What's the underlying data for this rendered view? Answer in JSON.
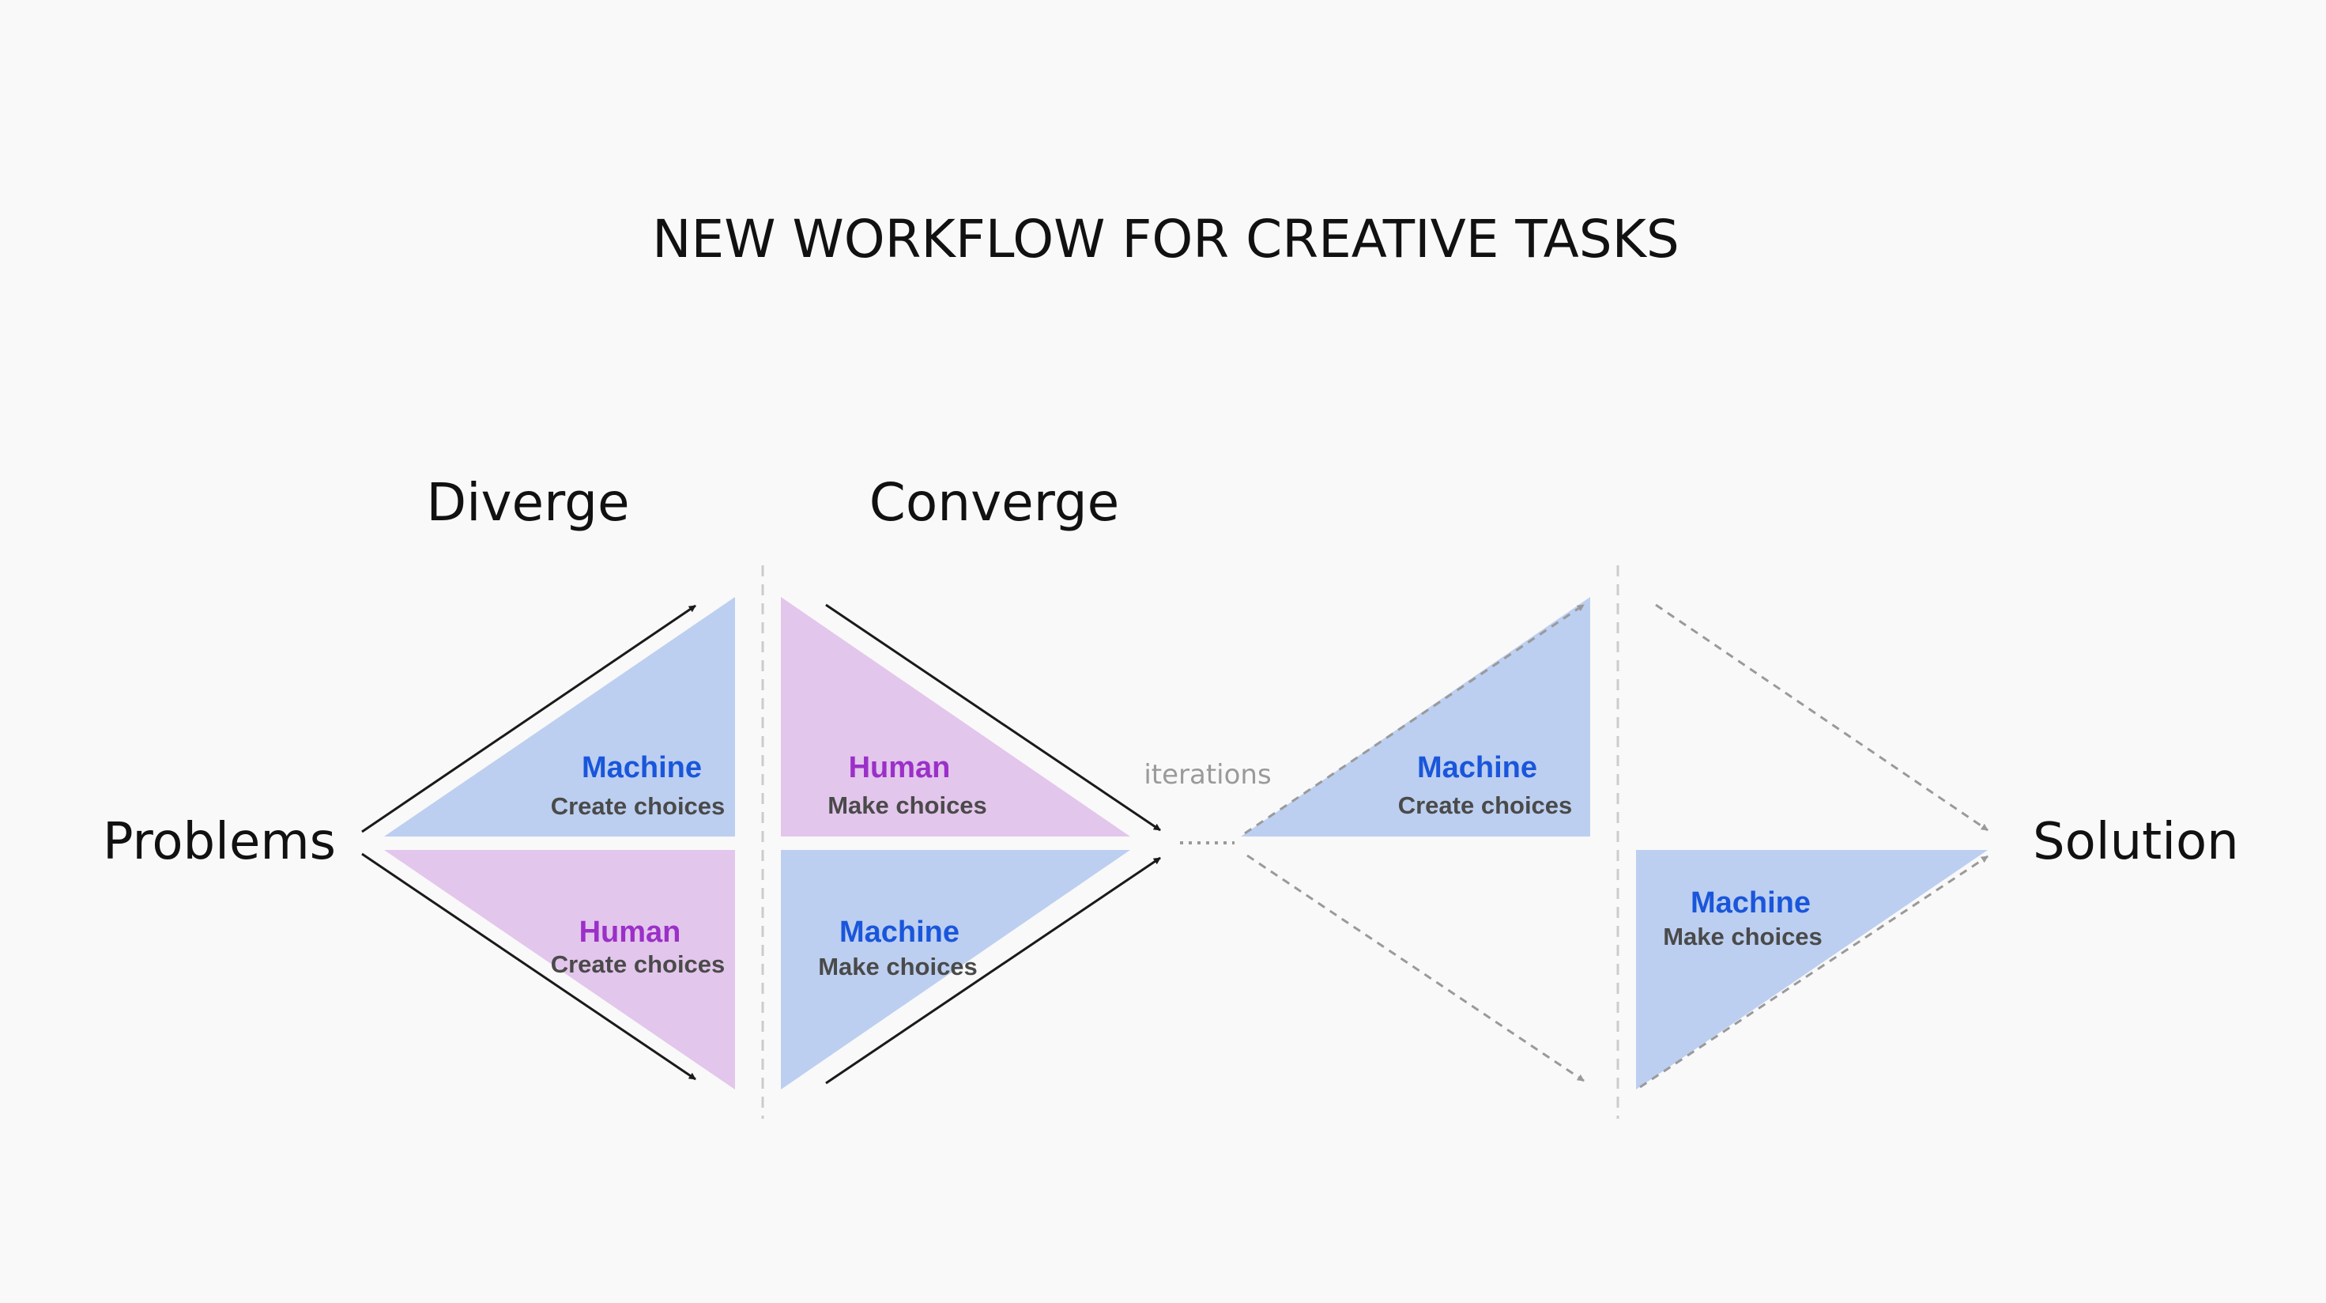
{
  "title": "NEW WORKFLOW FOR CREATIVE TASKS",
  "phases": {
    "diverge": "Diverge",
    "converge": "Converge"
  },
  "endpoints": {
    "start": "Problems",
    "end": "Solution"
  },
  "iterations_label": "iterations",
  "colors": {
    "machine_fill": "#bccff0",
    "human_fill": "#e3c6ec",
    "machine_text": "#1a56db",
    "human_text": "#9b30c8",
    "arrow_solid": "#1a1a1a",
    "arrow_dashed": "#9a9a9a",
    "divider": "#cccccc"
  },
  "blocks": {
    "diverge_top": {
      "role": "Machine",
      "action": "Create choices"
    },
    "diverge_bottom": {
      "role": "Human",
      "action": "Create choices"
    },
    "converge_top": {
      "role": "Human",
      "action": "Make choices"
    },
    "converge_bottom": {
      "role": "Machine",
      "action": "Make choices"
    },
    "iter_diverge": {
      "role": "Machine",
      "action": "Create choices"
    },
    "iter_converge": {
      "role": "Machine",
      "action": "Make choices"
    }
  }
}
